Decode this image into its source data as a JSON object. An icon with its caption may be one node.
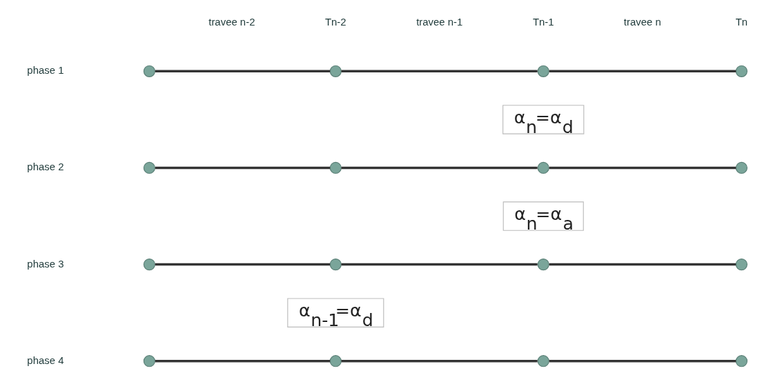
{
  "diagram": {
    "nodes": [
      {
        "text": [],
        "shape": "circle"
      },
      {
        "text": [],
        "shape": "circle"
      },
      {
        "text": [],
        "shape": "circle"
      },
      {
        "text": [],
        "shape": "circle"
      },
      {
        "text": [
          "α$_{n}$=α$_{d}$"
        ]
      },
      {
        "text": [],
        "shape": "circle"
      },
      {
        "text": [],
        "shape": "circle"
      },
      {
        "text": [],
        "shape": "circle"
      },
      {
        "text": [],
        "shape": "circle"
      },
      {
        "text": [
          "α$_{n}$=α$_{a}$"
        ]
      },
      {
        "text": [],
        "shape": "circle"
      },
      {
        "text": [],
        "shape": "circle"
      },
      {
        "text": [],
        "shape": "circle"
      },
      {
        "text": [],
        "shape": "circle"
      },
      {
        "text": [
          "α$_{n-1}$=α$_{d}$"
        ]
      },
      {
        "text": [],
        "shape": "circle"
      },
      {
        "text": [],
        "shape": "circle"
      },
      {
        "text": [],
        "shape": "circle"
      },
      {
        "text": [],
        "shape": "circle"
      }
    ],
    "edges": [
      {
        "from": 0,
        "to": 1,
        "arrow": "none"
      },
      {
        "from": 1,
        "to": 2,
        "arrow": "none"
      },
      {
        "from": 2,
        "to": 3,
        "arrow": "none"
      },
      {
        "from": 5,
        "to": 6,
        "arrow": "none"
      },
      {
        "from": 6,
        "to": 7,
        "arrow": "none"
      },
      {
        "from": 7,
        "to": 8,
        "arrow": "none"
      },
      {
        "from": 10,
        "to": 11,
        "arrow": "none"
      },
      {
        "from": 11,
        "to": 12,
        "arrow": "none"
      },
      {
        "from": 12,
        "to": 13,
        "arrow": "none"
      },
      {
        "from": 15,
        "to": 16,
        "arrow": "none"
      },
      {
        "from": 16,
        "to": 17,
        "arrow": "none"
      },
      {
        "from": 17,
        "to": 18,
        "arrow": "none"
      }
    ],
    "labels": [
      "travee n-2",
      "Tn-2",
      "travee n-1",
      "Tn-1",
      "travee n",
      "Tn",
      "phase 1",
      "phase 2",
      "phase 3",
      "phase 4"
    ]
  }
}
